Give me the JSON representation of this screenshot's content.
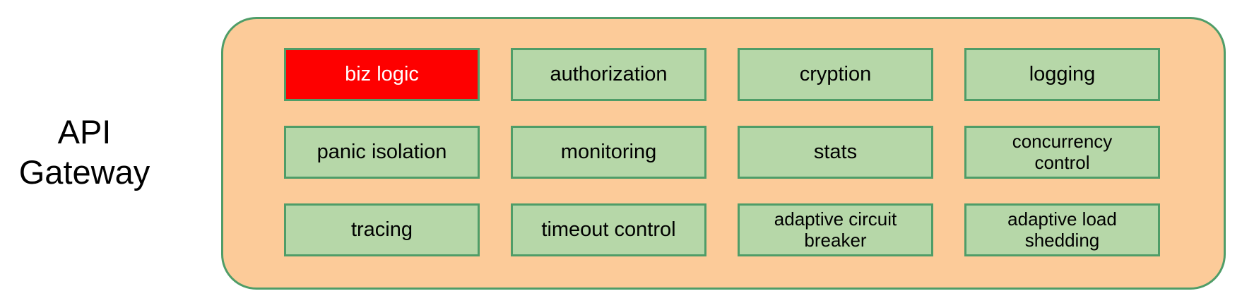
{
  "gateway": {
    "title_line1": "API",
    "title_line2": "Gateway"
  },
  "colors": {
    "container_fill": "#fccb99",
    "container_border": "#4f9d68",
    "box_fill": "#b6d7a8",
    "box_border": "#4f9d68",
    "box_text": "#000000",
    "highlight_fill": "#fe0000",
    "highlight_text": "#ffffff",
    "label_text": "#000000"
  },
  "modules": [
    {
      "label": "biz logic",
      "highlight": true
    },
    {
      "label": "authorization",
      "highlight": false
    },
    {
      "label": "cryption",
      "highlight": false
    },
    {
      "label": "logging",
      "highlight": false
    },
    {
      "label": "panic isolation",
      "highlight": false
    },
    {
      "label": "monitoring",
      "highlight": false
    },
    {
      "label": "stats",
      "highlight": false
    },
    {
      "label": "concurrency\ncontrol",
      "highlight": false
    },
    {
      "label": "tracing",
      "highlight": false
    },
    {
      "label": "timeout control",
      "highlight": false
    },
    {
      "label": "adaptive circuit\nbreaker",
      "highlight": false
    },
    {
      "label": "adaptive load\nshedding",
      "highlight": false
    }
  ]
}
